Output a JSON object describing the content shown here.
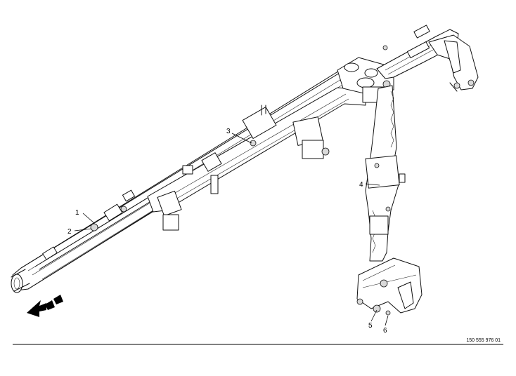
{
  "diagram": {
    "callouts": [
      {
        "id": "c1",
        "label": "1"
      },
      {
        "id": "c2",
        "label": "2"
      },
      {
        "id": "c3",
        "label": "3"
      },
      {
        "id": "c4",
        "label": "4"
      },
      {
        "id": "c5",
        "label": "5"
      },
      {
        "id": "c6",
        "label": "6"
      }
    ],
    "reference_number": "150 555 976 01",
    "direction_icon": "travel-direction-arrow-icon"
  }
}
